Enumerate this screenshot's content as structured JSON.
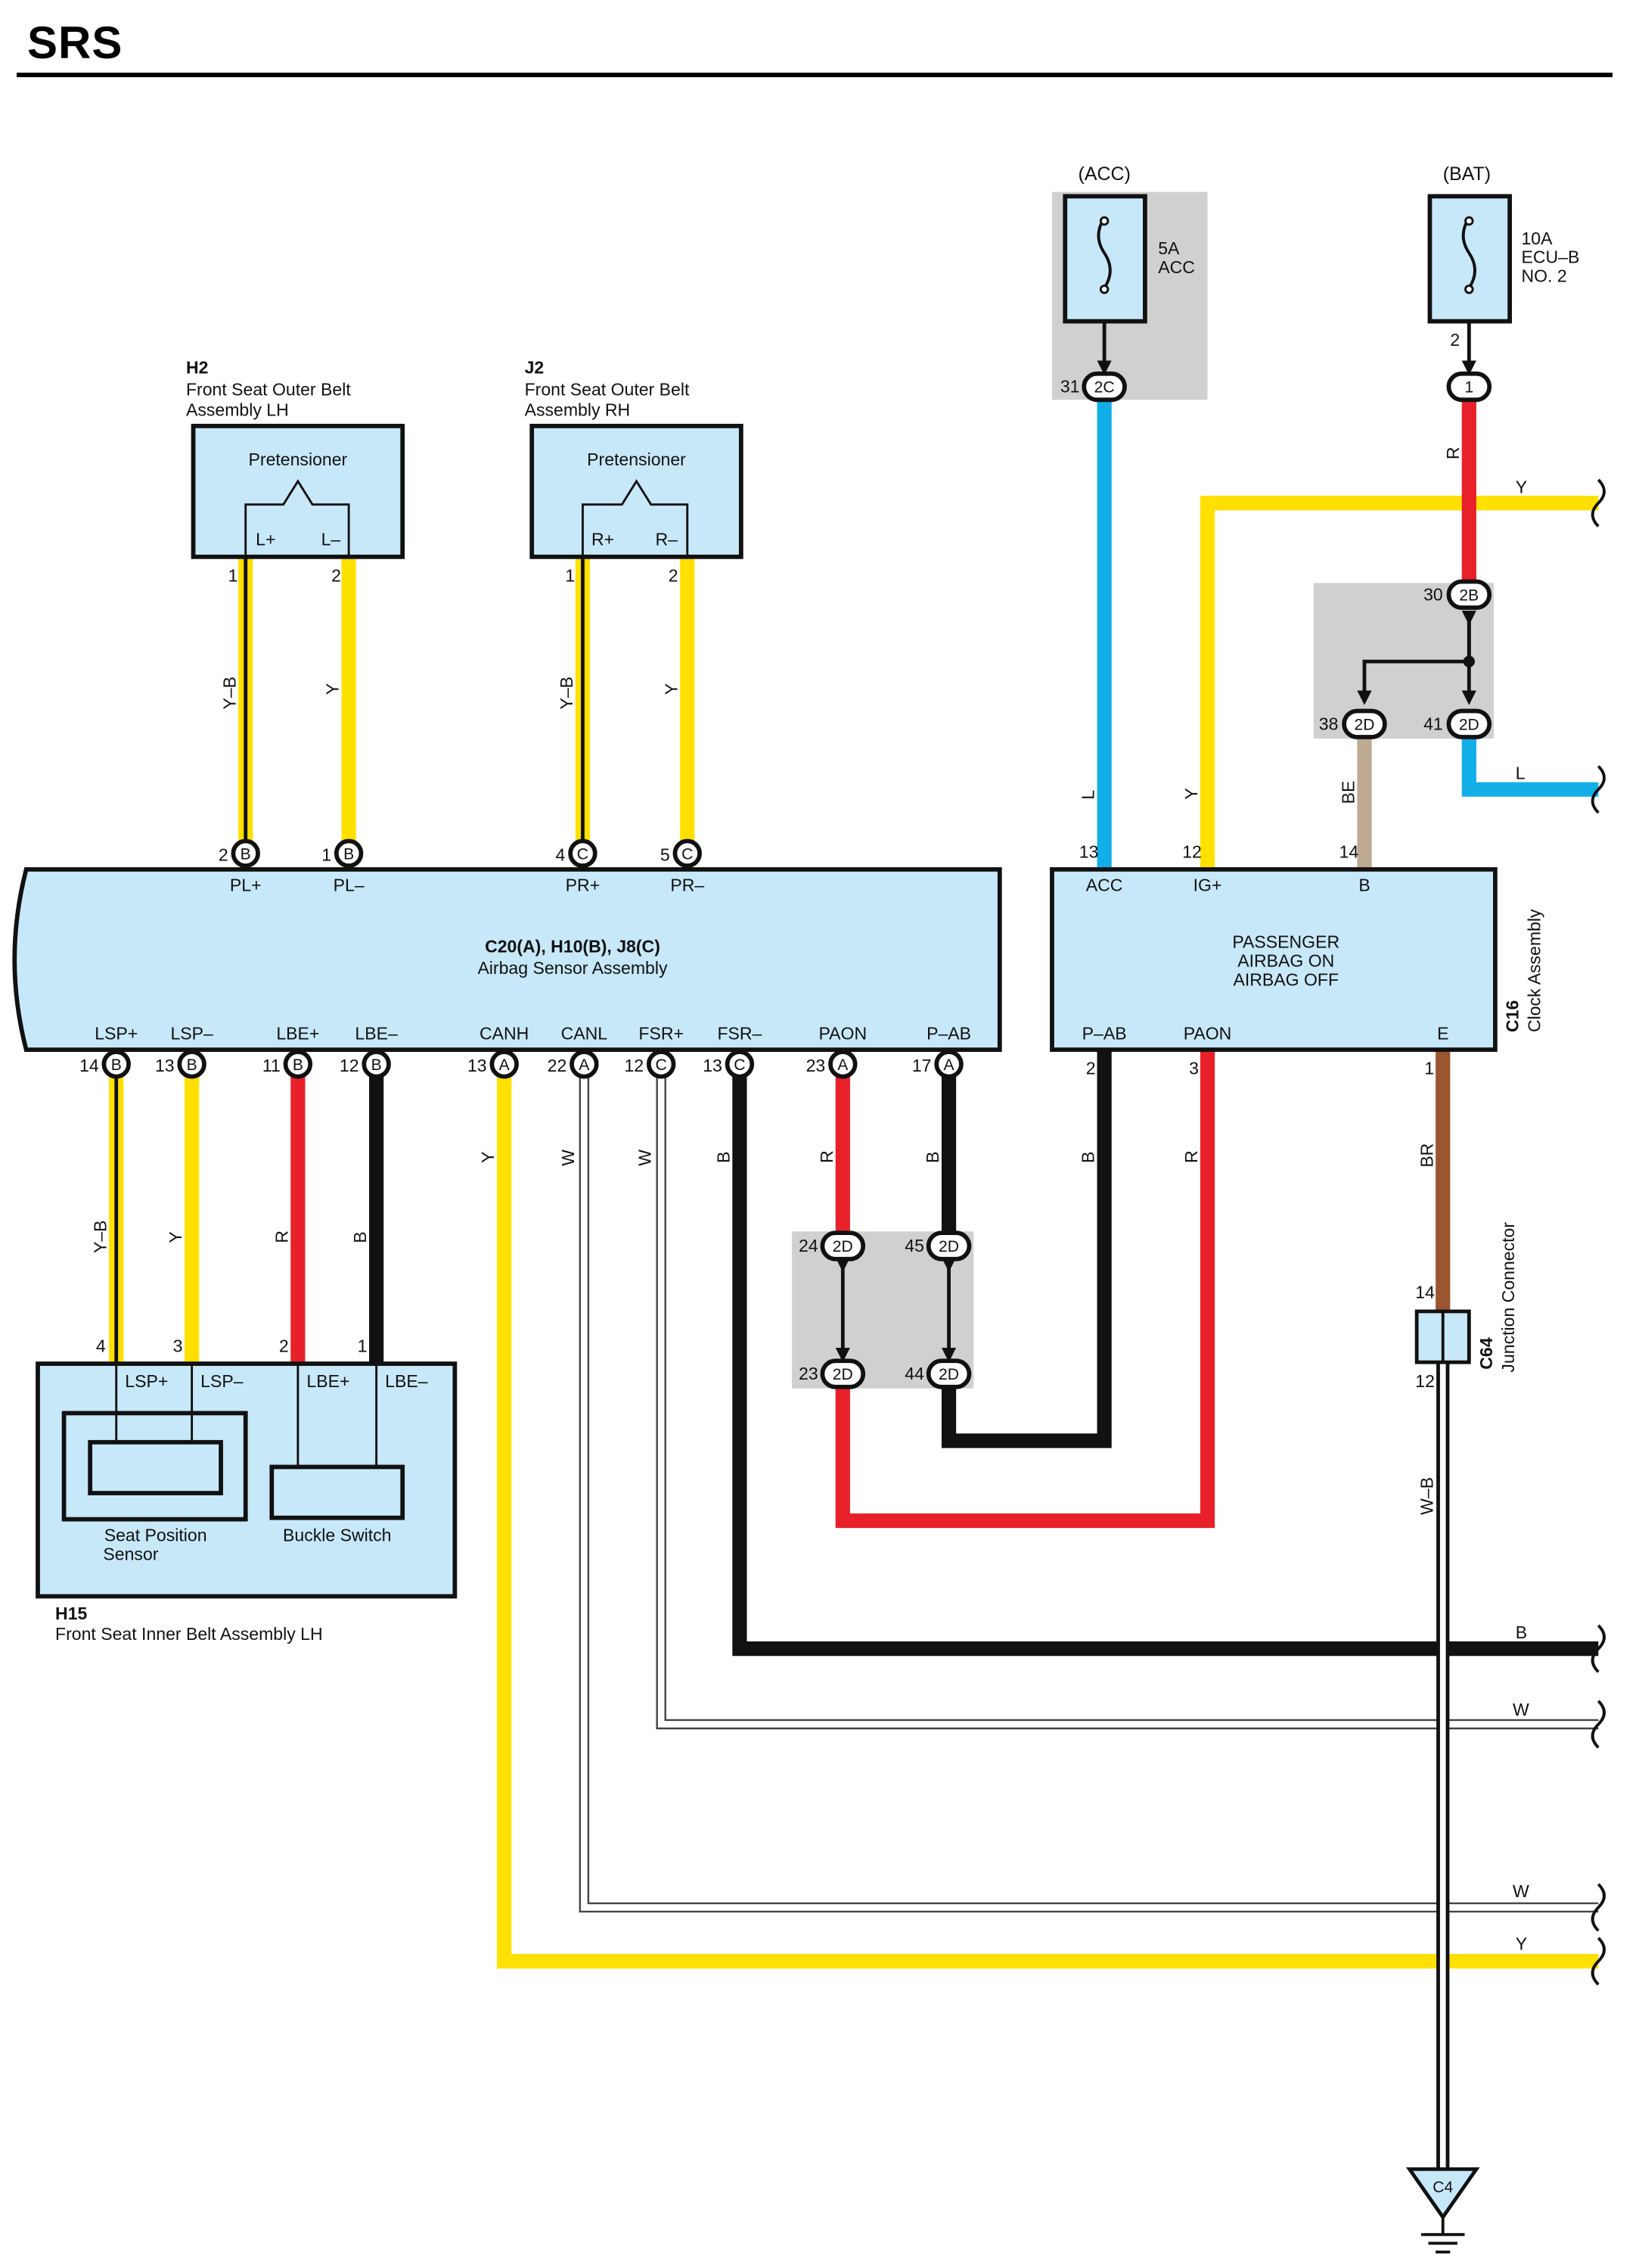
{
  "title": "SRS",
  "colors": {
    "Y": "#ffe000",
    "R": "#e8202a",
    "L": "#12aee8",
    "B": "#111111",
    "BR": "#9a5631",
    "BE": "#bea993",
    "W": "#ffffff",
    "box": "#c7e8f8",
    "shade": "#d0d0d0"
  },
  "fuses": {
    "acc": {
      "supply": "(ACC)",
      "rating": "5A",
      "name": "ACC",
      "pin": "31",
      "conn": "2C"
    },
    "bat": {
      "supply": "(BAT)",
      "rating": "10A",
      "name1": "ECU–B",
      "name2": "NO. 2",
      "pin": "2",
      "conn": "1"
    }
  },
  "components": {
    "h2": {
      "code": "H2",
      "line1": "Front Seat Outer Belt",
      "line2": "Assembly LH",
      "label": "Pretensioner",
      "t1": "L+",
      "t2": "L–",
      "p1": "1",
      "p2": "2"
    },
    "j2": {
      "code": "J2",
      "line1": "Front Seat Outer Belt",
      "line2": "Assembly RH",
      "label": "Pretensioner",
      "t1": "R+",
      "t2": "R–",
      "p1": "1",
      "p2": "2"
    },
    "airbag": {
      "code": "C20(A), H10(B), J8(C)",
      "name": "Airbag Sensor Assembly"
    },
    "pass": {
      "line1": "PASSENGER",
      "line2": "AIRBAG ON",
      "line3": "AIRBAG OFF"
    },
    "clock": {
      "code": "C16",
      "name": "Clock Assembly"
    },
    "h15": {
      "code": "H15",
      "name": "Front Seat Inner Belt Assembly LH",
      "sensor1": "Seat Position",
      "sensor2": "Sensor",
      "buckle": "Buckle Switch",
      "t1": "LSP+",
      "t2": "LSP–",
      "t3": "LBE+",
      "t4": "LBE–",
      "p1": "4",
      "p2": "3",
      "p3": "2",
      "p4": "1"
    },
    "c64": {
      "code": "C64",
      "name": "Junction Connector",
      "pin_top": "14",
      "pin_bot": "12"
    },
    "ground": {
      "label": "C4"
    }
  },
  "airbag_top_pins": [
    {
      "t": "PL+",
      "n": "2",
      "c": "B"
    },
    {
      "t": "PL–",
      "n": "1",
      "c": "B"
    },
    {
      "t": "PR+",
      "n": "4",
      "c": "C"
    },
    {
      "t": "PR–",
      "n": "5",
      "c": "C"
    }
  ],
  "airbag_bottom_pins": [
    {
      "t": "LSP+",
      "n": "14",
      "c": "B"
    },
    {
      "t": "LSP–",
      "n": "13",
      "c": "B"
    },
    {
      "t": "LBE+",
      "n": "11",
      "c": "B"
    },
    {
      "t": "LBE–",
      "n": "12",
      "c": "B"
    },
    {
      "t": "CANH",
      "n": "13",
      "c": "A"
    },
    {
      "t": "CANL",
      "n": "22",
      "c": "A"
    },
    {
      "t": "FSR+",
      "n": "12",
      "c": "C"
    },
    {
      "t": "FSR–",
      "n": "13",
      "c": "C"
    },
    {
      "t": "PAON",
      "n": "23",
      "c": "A"
    },
    {
      "t": "P–AB",
      "n": "17",
      "c": "A"
    }
  ],
  "pass_top_pins": [
    {
      "t": "ACC",
      "n": "13"
    },
    {
      "t": "IG+",
      "n": "12"
    },
    {
      "t": "B",
      "n": "14"
    }
  ],
  "pass_bottom_pins": [
    {
      "t": "P–AB",
      "n": "2"
    },
    {
      "t": "PAON",
      "n": "3"
    },
    {
      "t": "E",
      "n": "1"
    }
  ],
  "junction_2b": {
    "pin": "30",
    "conn": "2B"
  },
  "junction_2d_top": [
    {
      "pin": "38",
      "conn": "2D"
    },
    {
      "pin": "41",
      "conn": "2D"
    }
  ],
  "junction_2d_mid_top": [
    {
      "pin": "24",
      "conn": "2D"
    },
    {
      "pin": "45",
      "conn": "2D"
    }
  ],
  "junction_2d_mid_bot": [
    {
      "pin": "23",
      "conn": "2D"
    },
    {
      "pin": "44",
      "conn": "2D"
    }
  ],
  "wire_labels": {
    "h2_1": "Y–B",
    "h2_2": "Y",
    "j2_1": "Y–B",
    "j2_2": "Y",
    "acc": "L",
    "ig": "Y",
    "bat": "R",
    "be": "BE",
    "l_out": "L",
    "y_out_top": "Y",
    "lsp_p": "Y–B",
    "lsp_m": "Y",
    "lbe_p": "R",
    "lbe_m": "B",
    "canh": "Y",
    "canl": "W",
    "fsr_p": "W",
    "fsr_m": "B",
    "paon": "R",
    "pab": "B",
    "pass_pab": "B",
    "pass_paon": "R",
    "e": "BR",
    "wb": "W–B",
    "out_b": "B",
    "out_w1": "W",
    "out_w2": "W",
    "out_y": "Y"
  }
}
